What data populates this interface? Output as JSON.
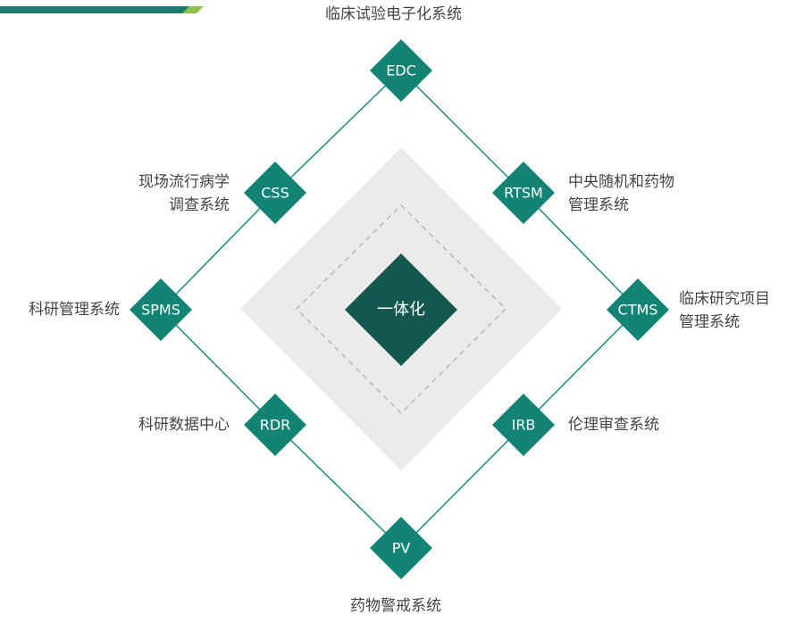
{
  "colors": {
    "node": "#138374",
    "node_dark": "#0e5f55",
    "center": "#14574f",
    "line": "#1c8a7c",
    "backdrop": "#ebebeb",
    "dashed": "#b5b5b5",
    "strip_teal": "#1c7a6e",
    "strip_green": "#8bc34a"
  },
  "center": {
    "label": "一体化"
  },
  "nodes": [
    {
      "id": "edc",
      "label": "EDC",
      "desc": [
        "临床试验电子化系统"
      ]
    },
    {
      "id": "rtsm",
      "label": "RTSM",
      "desc": [
        "中央随机和药物",
        "管理系统"
      ]
    },
    {
      "id": "ctms",
      "label": "CTMS",
      "desc": [
        "临床研究项目",
        "管理系统"
      ]
    },
    {
      "id": "irb",
      "label": "IRB",
      "desc": [
        "伦理审查系统"
      ]
    },
    {
      "id": "pv",
      "label": "PV",
      "desc": [
        "药物警戒系统"
      ]
    },
    {
      "id": "rdr",
      "label": "RDR",
      "desc": [
        "科研数据中心"
      ]
    },
    {
      "id": "spms",
      "label": "SPMS",
      "desc": [
        "科研管理系统"
      ]
    },
    {
      "id": "css",
      "label": "CSS",
      "desc": [
        "现场流行病学",
        "调查系统"
      ]
    }
  ]
}
